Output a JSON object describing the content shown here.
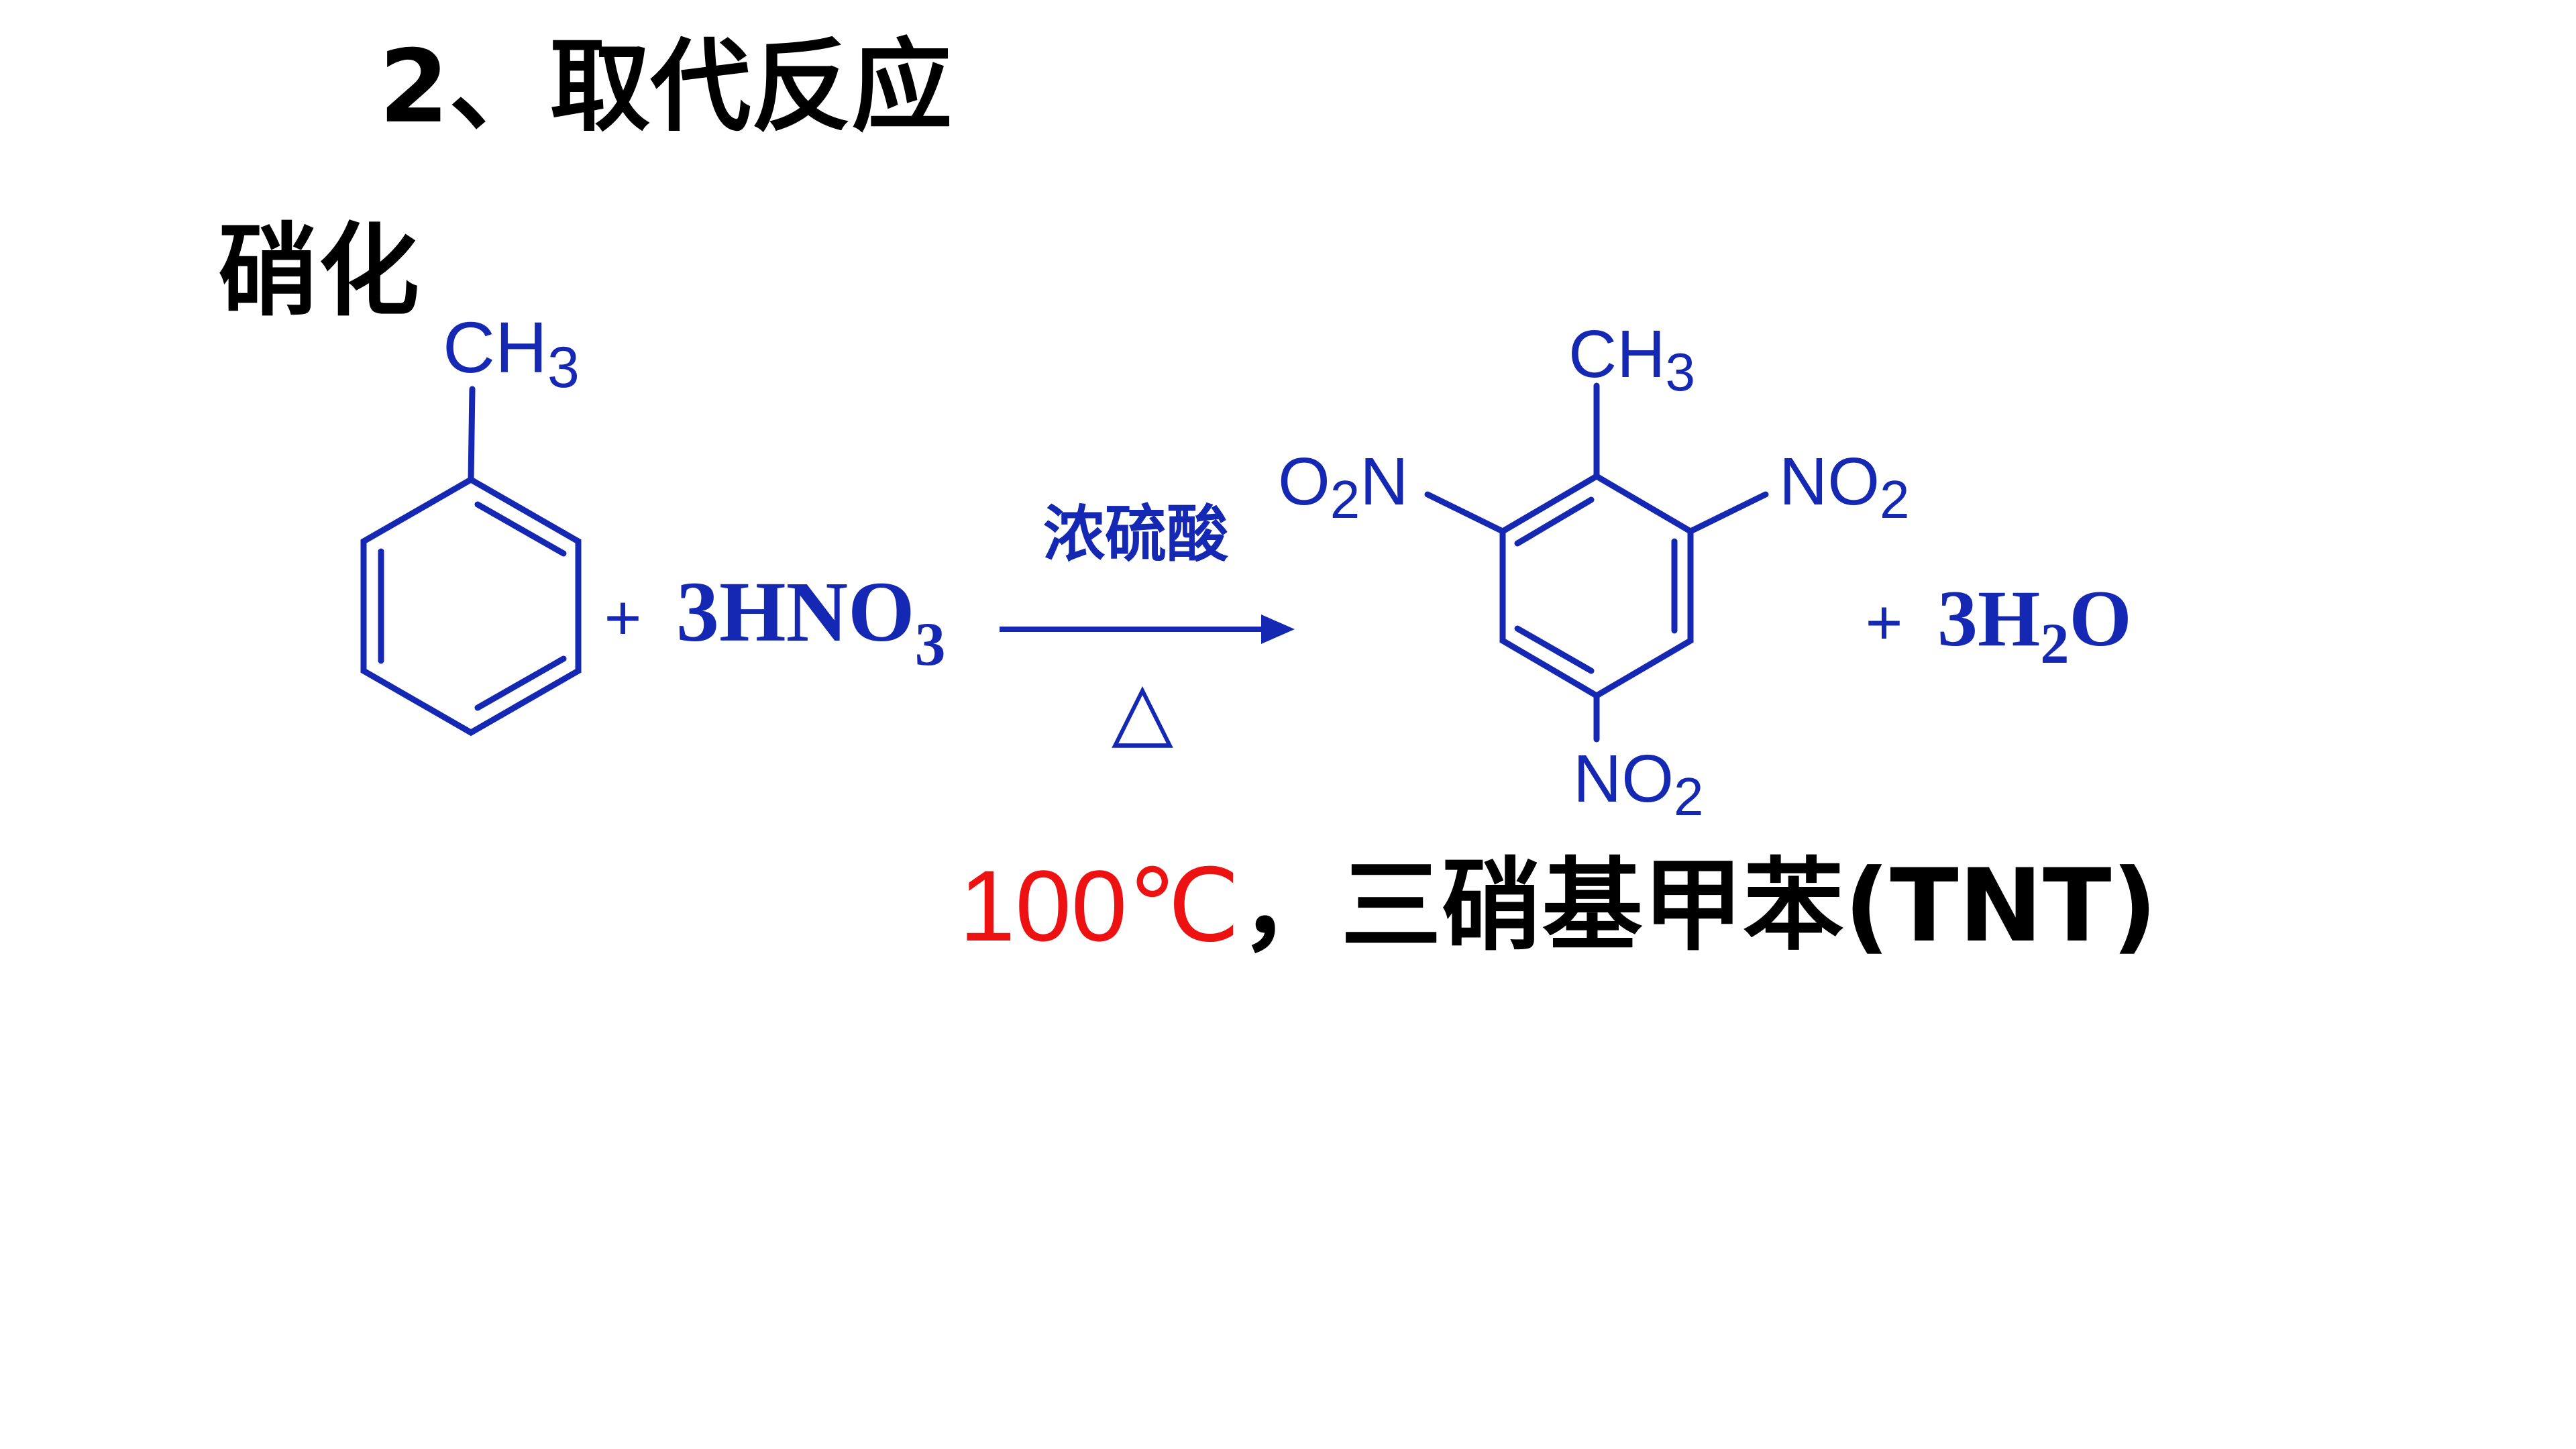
{
  "slide": {
    "title": "2、取代反应",
    "subtitle": "硝化",
    "colors": {
      "text": "#000000",
      "chem": "#1428b4",
      "highlight": "#ee1111"
    }
  },
  "reactant": {
    "substituent": {
      "main": "CH",
      "sub": "3"
    },
    "reagent_plus": "+",
    "reagent_coef_main": "3HNO",
    "reagent_sub": "3"
  },
  "arrow": {
    "catalyst": "浓硫酸",
    "condition": "△"
  },
  "product": {
    "top": {
      "main": "CH",
      "sub": "3"
    },
    "left": {
      "pre": "O",
      "sub": "2",
      "post": "N"
    },
    "right": {
      "main": "NO",
      "sub": "2"
    },
    "bottom": {
      "main": "NO",
      "sub": "2"
    },
    "water_plus": "+",
    "water_main": "3H",
    "water_sub": "2",
    "water_post": "O"
  },
  "caption": {
    "temperature": "100℃",
    "name": "，三硝基甲苯(TNT)"
  }
}
